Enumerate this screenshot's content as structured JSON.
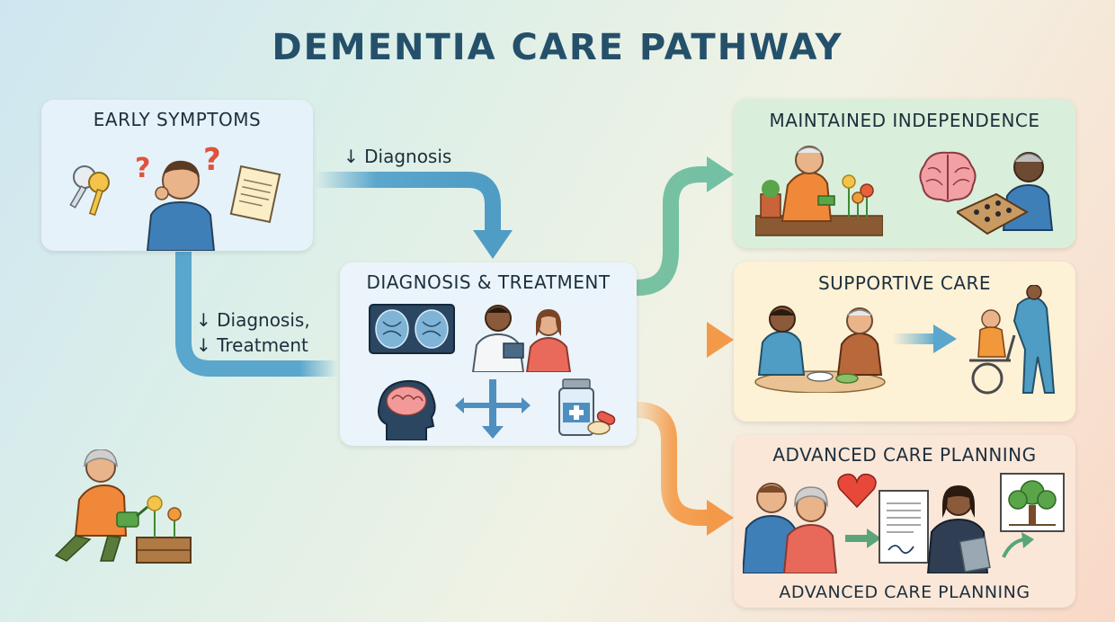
{
  "title": "DEMENTIA CARE PATHWAY",
  "nodes": {
    "early_symptoms": "EARLY SYMPTOMS",
    "diagnosis_treatment": "DIAGNOSIS & TREATMENT",
    "maintained_independence": "MAINTAINED INDEPENDENCE",
    "supportive_care": "SUPPORTIVE CARE",
    "advanced_care_planning": "ADVANCED CARE PLANNING",
    "advanced_care_planning_footer": "ADVANCED CARE PLANNING"
  },
  "edges": {
    "top_label": "↓ Diagnosis",
    "left_label_line1": "↓ Diagnosis,",
    "left_label_line2": "↓ Treatment"
  },
  "colors": {
    "title": "#24506a",
    "arrow_blue": "#5aa6cc",
    "arrow_green": "#79c2a0",
    "arrow_orange": "#f4a256"
  }
}
